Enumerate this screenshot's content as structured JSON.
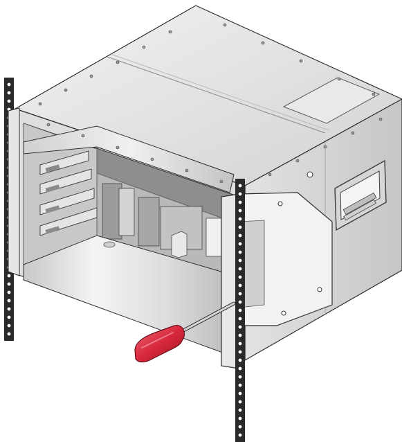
{
  "illustration": {
    "subject": "chassis-rack-mount-screw",
    "colors": {
      "background": "#ffffff",
      "chassis_light": "#e6e6e6",
      "chassis_mid": "#cfcfcf",
      "chassis_dark": "#9a9a9a",
      "outline": "#2e2e2e",
      "rail": "#2a2a2a",
      "rail_hole": "#ffffff",
      "screwdriver_handle": "#d8283c",
      "screwdriver_shaft": "#c8c8c8"
    },
    "icons": [
      "rack-rail-left",
      "rack-rail-right",
      "chassis",
      "mounting-bracket",
      "screwdriver"
    ]
  }
}
